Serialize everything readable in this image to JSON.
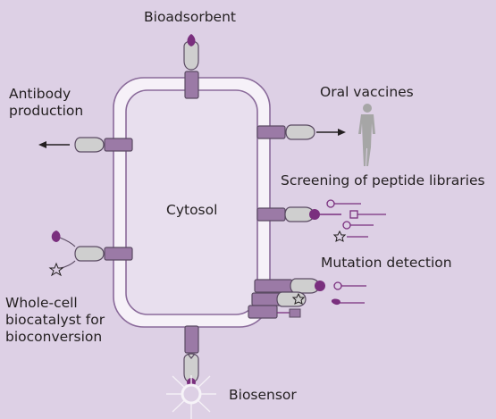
{
  "diagram": {
    "labels": {
      "bioadsorbent": "Bioadsorbent",
      "antibody_production": "Antibody\nproduction",
      "oral_vaccines": "Oral vaccines",
      "screening": "Screening of peptide libraries",
      "cytosol": "Cytosol",
      "mutation_detection": "Mutation detection",
      "whole_cell": "Whole-cell\nbiocatalyst for\nbioconversion",
      "biosensor": "Biosensor"
    },
    "colors": {
      "background": "#ddd0e5",
      "cell_fill": "#e8dfee",
      "membrane_stroke": "#8a6a9a",
      "anchor_protein": "#9b7aa6",
      "ligand": "#7a2f7e",
      "displayed_protein": "#cfcfcf",
      "human_figure": "#a6a6a6"
    },
    "icons": [
      "cell-membrane",
      "anchor-protein",
      "displayed-protein",
      "ligand-drop",
      "star-molecule",
      "square-molecule",
      "human-figure",
      "arrow-left",
      "arrow-right",
      "light-burst"
    ]
  }
}
